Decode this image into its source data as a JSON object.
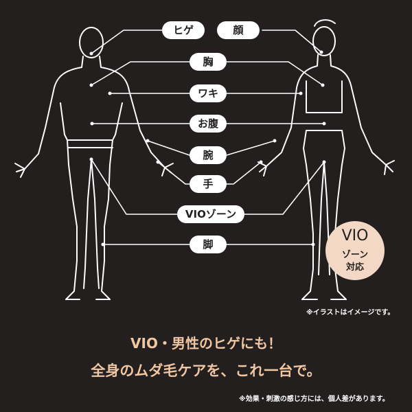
{
  "labels": {
    "beard": "ヒゲ",
    "face": "顔",
    "chest": "胸",
    "armpit": "ワキ",
    "belly": "お腹",
    "arm": "腕",
    "hand": "手",
    "vio": "VIOゾーン",
    "leg": "脚"
  },
  "badge": {
    "line1": "VIO",
    "line2": "ゾーン",
    "line3": "対応"
  },
  "notes": {
    "illustration": "※イラストはイメージです。",
    "effect": "※効果・刺激の感じ方には、個人差があります。"
  },
  "headline": {
    "line1": "VIO・男性のヒゲにも！",
    "line2": "全身のムダ毛ケアを、これ一台で。"
  },
  "colors": {
    "background": "#231f1e",
    "line": "#ffffff",
    "accent_text": "#f0c6a3",
    "badge_fill": "#f3d9c5"
  }
}
